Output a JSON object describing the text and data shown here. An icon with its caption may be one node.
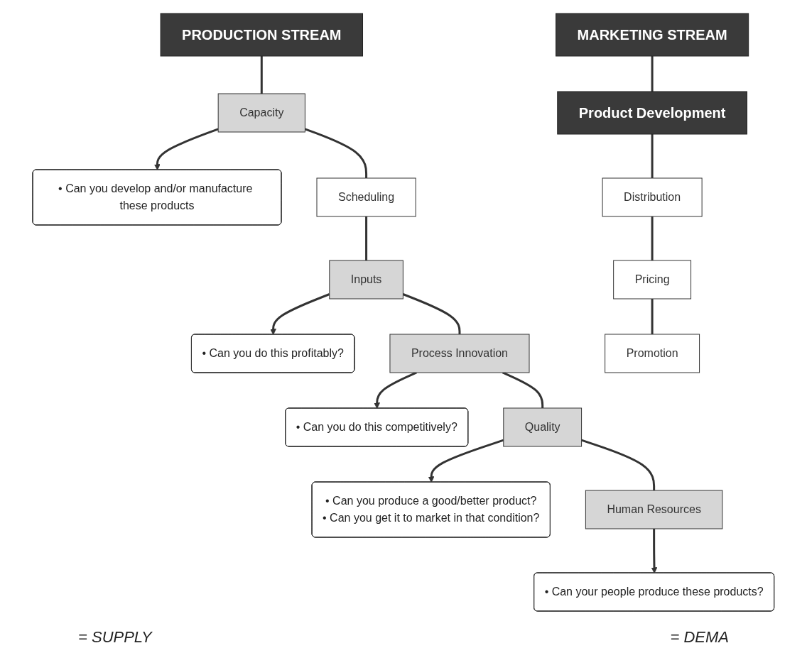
{
  "diagram": {
    "nodes": [
      {
        "text": [
          "PRODUCTION STREAM"
        ]
      },
      {
        "text": [
          "Capacity"
        ]
      },
      {
        "text": [
          "• Can you develop and/or manufacture these products"
        ]
      },
      {
        "text": [
          "Scheduling"
        ]
      },
      {
        "text": [
          "Inputs"
        ]
      },
      {
        "text": [
          "• Can you do this profitably?"
        ]
      },
      {
        "text": [
          "Process Innovation"
        ]
      },
      {
        "text": [
          "• Can you do this competitively?"
        ]
      },
      {
        "text": [
          "Quality"
        ]
      },
      {
        "text": [
          "• Can you produce a good/better product?",
          "• Can you get it to market in that condition?"
        ]
      },
      {
        "text": [
          "Human Resources"
        ]
      },
      {
        "text": [
          "• Can your people produce these products?"
        ]
      },
      {
        "text": [
          "MARKETING STREAM"
        ]
      },
      {
        "text": [
          "Product Development"
        ]
      },
      {
        "text": [
          "Distribution"
        ]
      },
      {
        "text": [
          "Pricing"
        ]
      },
      {
        "text": [
          "Promotion"
        ]
      }
    ],
    "edges": [
      {
        "from": 0,
        "to": 1,
        "arrow": "none"
      },
      {
        "from": 1,
        "to": 2,
        "arrow": "to"
      },
      {
        "from": 1,
        "to": 3,
        "arrow": "none"
      },
      {
        "from": 3,
        "to": 4,
        "arrow": "none"
      },
      {
        "from": 4,
        "to": 5,
        "arrow": "to"
      },
      {
        "from": 4,
        "to": 6,
        "arrow": "none"
      },
      {
        "from": 6,
        "to": 7,
        "arrow": "to"
      },
      {
        "from": 6,
        "to": 8,
        "arrow": "none"
      },
      {
        "from": 8,
        "to": 9,
        "arrow": "to"
      },
      {
        "from": 8,
        "to": 10,
        "arrow": "none"
      },
      {
        "from": 10,
        "to": 11,
        "arrow": "to"
      },
      {
        "from": 12,
        "to": 13,
        "arrow": "none"
      },
      {
        "from": 13,
        "to": 14,
        "arrow": "none"
      },
      {
        "from": 14,
        "to": 15,
        "arrow": "none"
      },
      {
        "from": 15,
        "to": 16,
        "arrow": "none"
      }
    ],
    "labels": [
      "= SUPPLY",
      "= DEMA"
    ]
  }
}
